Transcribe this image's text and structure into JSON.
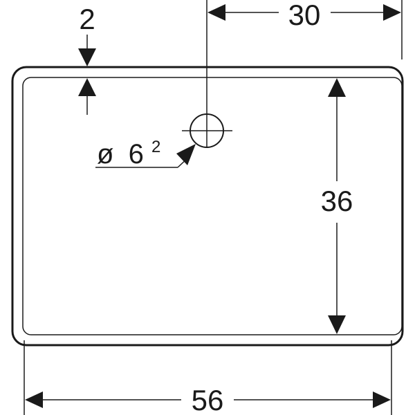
{
  "dimensions": {
    "rim_width": "2",
    "hole_offset": "30",
    "inner_depth": "36",
    "overall_width": "56"
  },
  "hole": {
    "diameter_symbol": "ø",
    "diameter_value": "6",
    "diameter_superscript": "2"
  },
  "colors": {
    "line": "#1a1a1a",
    "background": "#ffffff"
  }
}
